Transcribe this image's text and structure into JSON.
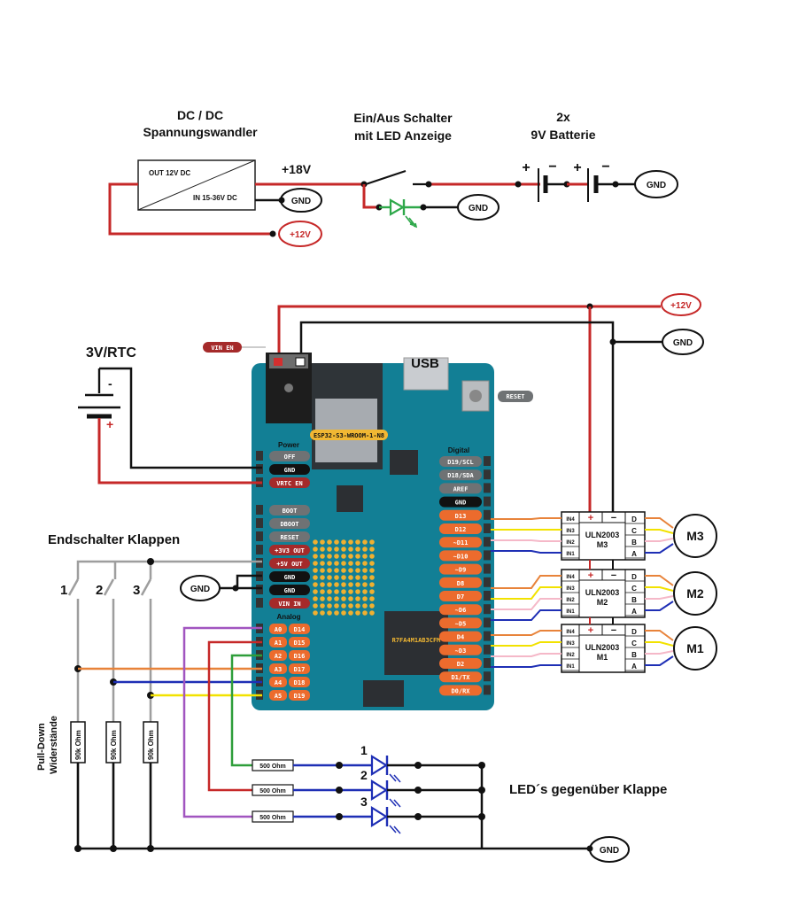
{
  "top": {
    "converter_title_1": "DC / DC",
    "converter_title_2": "Spannungswandler",
    "converter_out": "OUT 12V DC",
    "converter_in": "IN 15-36V DC",
    "plus18v": "+18V",
    "switch_title_1": "Ein/Aus Schalter",
    "switch_title_2": "mit LED Anzeige",
    "battery_title_1": "2x",
    "battery_title_2": "9V Batterie",
    "gnd": "GND",
    "plus12v": "+12V",
    "plus": "+",
    "minus": "−"
  },
  "rtc": {
    "label": "3V/RTC",
    "plus": "+",
    "minus": "-"
  },
  "board": {
    "usb": "USB",
    "reset": "RESET",
    "vin_en": "VIN EN",
    "module": "ESP32-S3-WROOM-1-N8",
    "chip": "R7FA4M1AB3CFM",
    "power_header": "Power",
    "analog_header": "Analog",
    "digital_header": "Digital",
    "left_pins": [
      "OFF",
      "GND",
      "VRTC EN",
      "BOOT",
      "DBOOT",
      "RESET",
      "+3V3 OUT",
      "+5V OUT",
      "GND",
      "GND",
      "VIN IN"
    ],
    "analog_pins": [
      [
        "A0",
        "D14"
      ],
      [
        "A1",
        "D15"
      ],
      [
        "A2",
        "D16"
      ],
      [
        "A3",
        "D17"
      ],
      [
        "A4",
        "D18"
      ],
      [
        "A5",
        "D19"
      ]
    ],
    "digital_pins": [
      "D19/SCL",
      "D18/SDA",
      "AREF",
      "GND",
      "D13",
      "D12",
      "~D11",
      "~D10",
      "~D9",
      "D8",
      "D7",
      "~D6",
      "~D5",
      "D4",
      "~D3",
      "D2",
      "D1/TX",
      "D0/RX"
    ]
  },
  "switches": {
    "title": "Endschalter Klappen",
    "labels": [
      "1",
      "2",
      "3"
    ],
    "resistor": "90k Ohm",
    "pulldown_1": "Pull-Down",
    "pulldown_2": "Widerstände"
  },
  "leds": {
    "title": "LED´s gegenüber Klappe",
    "labels": [
      "1",
      "2",
      "3"
    ],
    "resistor": "500 Ohm"
  },
  "drivers": [
    {
      "name": "ULN2003",
      "motor_id": "M3",
      "motor": "M3"
    },
    {
      "name": "ULN2003",
      "motor_id": "M2",
      "motor": "M2"
    },
    {
      "name": "ULN2003",
      "motor_id": "M1",
      "motor": "M1"
    }
  ],
  "driver_pins": {
    "inputs": [
      "IN4",
      "IN3",
      "IN2",
      "IN1"
    ],
    "outputs": [
      "D",
      "C",
      "B",
      "A"
    ],
    "plus": "+",
    "minus": "−"
  },
  "colors": {
    "board": "#127f95",
    "pin_orange": "#ec6b2d",
    "pin_gray": "#6f7274",
    "wire_red": "#c62828",
    "wire_green": "#2e9e3a",
    "wire_purple": "#a155c0",
    "wire_orange": "#e8833a",
    "wire_blue": "#1e2fb5",
    "wire_yellow": "#f2e200",
    "wire_pink": "#f5b8c8",
    "led_blue": "#1e2fb5",
    "led_green": "#2ea84a"
  }
}
